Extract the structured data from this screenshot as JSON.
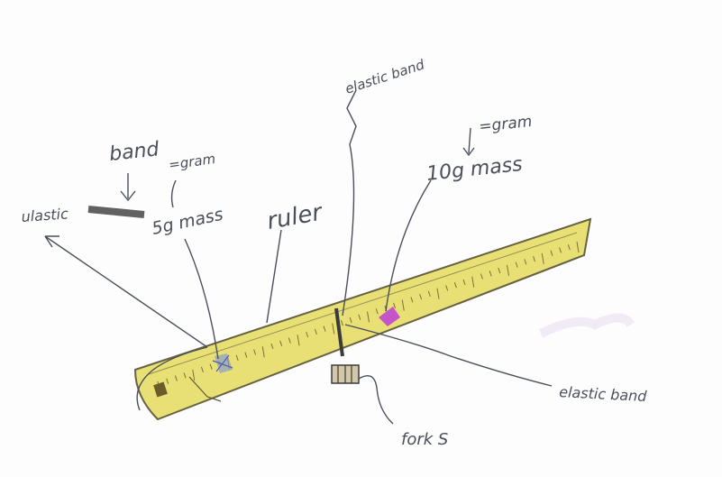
{
  "labels": {
    "elastic_band_left": "ulastic",
    "band_top_left": "band",
    "gram_left": "=gram",
    "mass_left": "5g mass",
    "ruler": "ruler",
    "elastic_band_top": "elastic band",
    "gram_right": "=gram",
    "mass_right": "10g mass",
    "elastic_band_right": "elastic band",
    "forks": "fork S"
  },
  "colors": {
    "ink": "#4a4f5a",
    "ruler_fill": "#e8df6e",
    "ruler_marks": "#7a6f3a",
    "mass_pink": "#c455c8",
    "mass_blue": "#7d8fd8"
  }
}
